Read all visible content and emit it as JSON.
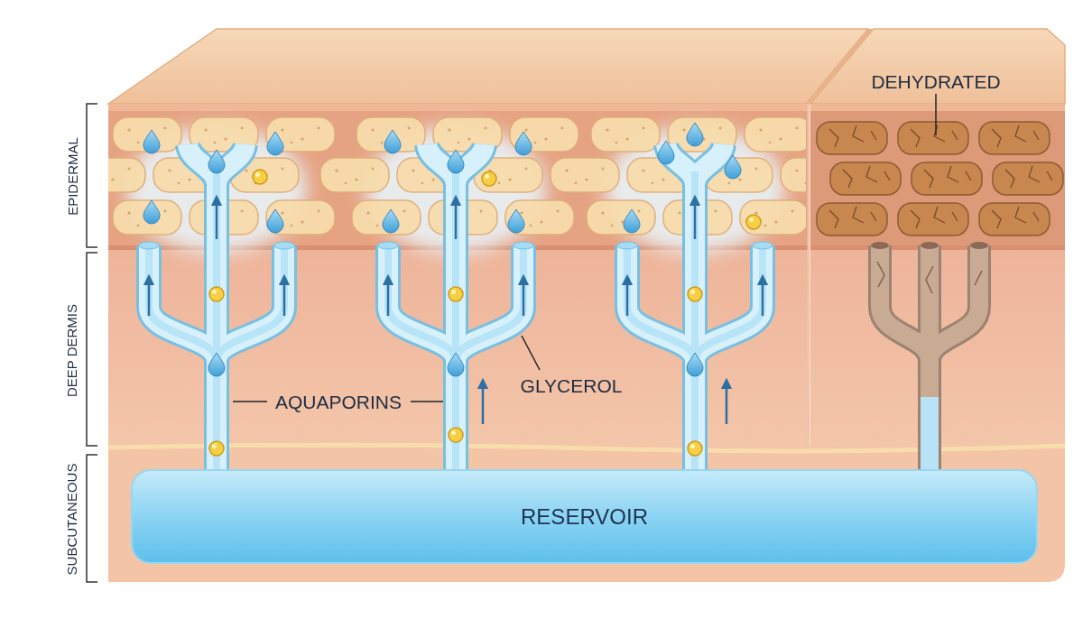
{
  "diagram": {
    "nodes": [
      {
        "text": [
          "RESERVOIR"
        ]
      }
    ],
    "labels": [
      "EPIDERMAL",
      "DEEP DERMIS",
      "SUBCUTANEOUS",
      "DEHYDRATED",
      "AQUAPORINS",
      "GLYCEROL"
    ]
  }
}
